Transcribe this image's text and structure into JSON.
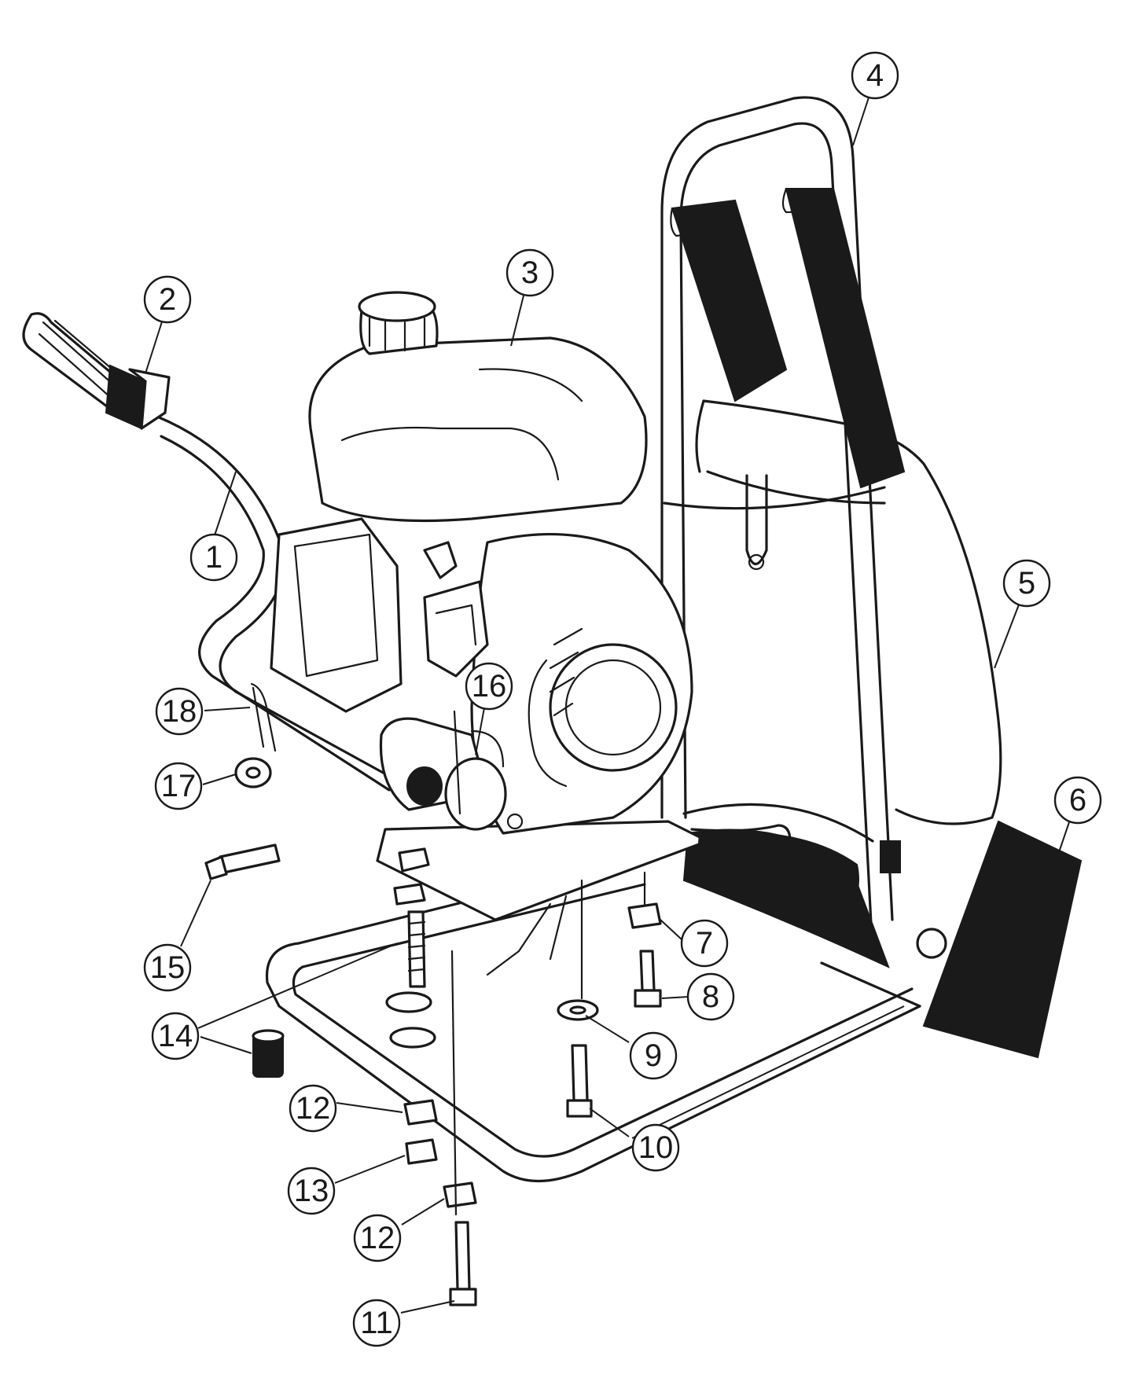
{
  "diagram": {
    "colors": {
      "ink": "#1a1a1a",
      "paper": "#ffffff"
    },
    "callouts": [
      {
        "id": "c1",
        "label": "1"
      },
      {
        "id": "c2",
        "label": "2"
      },
      {
        "id": "c3",
        "label": "3"
      },
      {
        "id": "c4",
        "label": "4"
      },
      {
        "id": "c5",
        "label": "5"
      },
      {
        "id": "c6",
        "label": "6"
      },
      {
        "id": "c7",
        "label": "7"
      },
      {
        "id": "c8",
        "label": "8"
      },
      {
        "id": "c9",
        "label": "9"
      },
      {
        "id": "c10",
        "label": "10"
      },
      {
        "id": "c11",
        "label": "11"
      },
      {
        "id": "c12a",
        "label": "12"
      },
      {
        "id": "c12b",
        "label": "12"
      },
      {
        "id": "c13",
        "label": "13"
      },
      {
        "id": "c14",
        "label": "14"
      },
      {
        "id": "c15",
        "label": "15"
      },
      {
        "id": "c16",
        "label": "16"
      },
      {
        "id": "c17",
        "label": "17"
      },
      {
        "id": "c18",
        "label": "18"
      }
    ]
  }
}
